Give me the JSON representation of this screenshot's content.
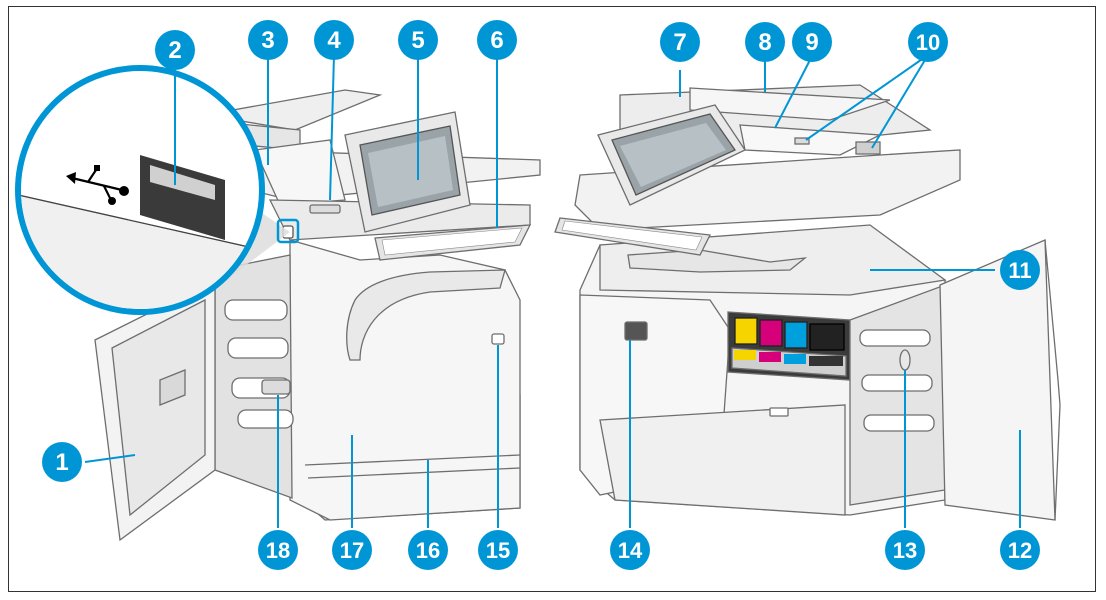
{
  "diagram": {
    "accent_color": "#0096d6",
    "leader_color": "#0096d6",
    "printer_body_color": "#f4f4f4",
    "printer_outline_color": "#6e6e6e",
    "callouts": [
      {
        "label": "1"
      },
      {
        "label": "2"
      },
      {
        "label": "3"
      },
      {
        "label": "4"
      },
      {
        "label": "5"
      },
      {
        "label": "6"
      },
      {
        "label": "7"
      },
      {
        "label": "8"
      },
      {
        "label": "9"
      },
      {
        "label": "10"
      },
      {
        "label": "11"
      },
      {
        "label": "12"
      },
      {
        "label": "13"
      },
      {
        "label": "14"
      },
      {
        "label": "15"
      },
      {
        "label": "16"
      },
      {
        "label": "17"
      },
      {
        "label": "18"
      }
    ],
    "icons": [
      "usb-icon",
      "usb-port-icon",
      "power-button-icon"
    ],
    "ink_colors": [
      "#f5d400",
      "#d6007a",
      "#00a0df",
      "#222222"
    ]
  }
}
